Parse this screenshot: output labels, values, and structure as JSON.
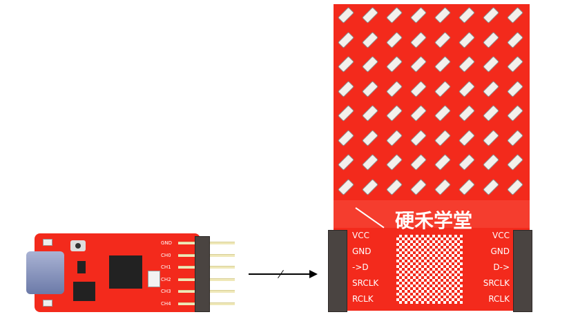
{
  "left_board": {
    "pins": [
      "GND",
      "CH0",
      "CH1",
      "CH2",
      "CH3",
      "CH4"
    ]
  },
  "right_board": {
    "title": "硬禾学堂",
    "left_pins": [
      "VCC",
      "GND",
      "->D",
      "SRCLK",
      "RCLK"
    ],
    "right_pins": [
      "VCC",
      "GND",
      "D->",
      "SRCLK",
      "RCLK"
    ]
  },
  "colors": {
    "pcb": "#f32a1c",
    "header": "#4a4441"
  }
}
